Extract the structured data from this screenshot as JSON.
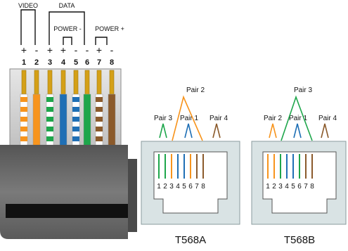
{
  "connector": {
    "group_labels": {
      "video": "VIDEO",
      "data": "DATA",
      "power_neg": "POWER -",
      "power_pos": "POWER +"
    },
    "polarity": [
      "+",
      "-",
      "+",
      "+",
      "-",
      "-",
      "+",
      "-"
    ],
    "pin_numbers": [
      "1",
      "2",
      "3",
      "4",
      "5",
      "6",
      "7",
      "8"
    ],
    "wires": [
      {
        "color": "#f7941d",
        "striped": true
      },
      {
        "color": "#f7941d",
        "striped": false
      },
      {
        "color": "#1ea64b",
        "striped": true
      },
      {
        "color": "#1f6fb5",
        "striped": false
      },
      {
        "color": "#1f6fb5",
        "striped": true
      },
      {
        "color": "#1ea64b",
        "striped": false
      },
      {
        "color": "#8b5a2b",
        "striped": true
      },
      {
        "color": "#8b5a2b",
        "striped": false
      }
    ]
  },
  "t568a": {
    "caption": "T568A",
    "pair_labels": {
      "top": "Pair 2",
      "left": "Pair 3",
      "middle": "Pair 1",
      "right": "Pair 4"
    },
    "pin_numbers": [
      "1",
      "2",
      "3",
      "4",
      "5",
      "6",
      "7",
      "8"
    ],
    "wire_colors": [
      "#1ea64b",
      "#1ea64b",
      "#f7941d",
      "#1f6fb5",
      "#1f6fb5",
      "#f7941d",
      "#8b5a2b",
      "#8b5a2b"
    ]
  },
  "t568b": {
    "caption": "T568B",
    "pair_labels": {
      "top": "Pair 3",
      "left": "Pair 2",
      "middle": "Pair 1",
      "right": "Pair 4"
    },
    "pin_numbers": [
      "1",
      "2",
      "3",
      "4",
      "5",
      "6",
      "7",
      "8"
    ],
    "wire_colors": [
      "#f7941d",
      "#f7941d",
      "#1ea64b",
      "#1f6fb5",
      "#1f6fb5",
      "#1ea64b",
      "#8b5a2b",
      "#8b5a2b"
    ]
  },
  "colors": {
    "orange": "#f7941d",
    "green": "#1ea64b",
    "blue": "#1f6fb5",
    "brown": "#8b5a2b",
    "jack_face": "#d9e3e4",
    "plug_body": "#6b6b6b",
    "plug_band": "#111111"
  }
}
